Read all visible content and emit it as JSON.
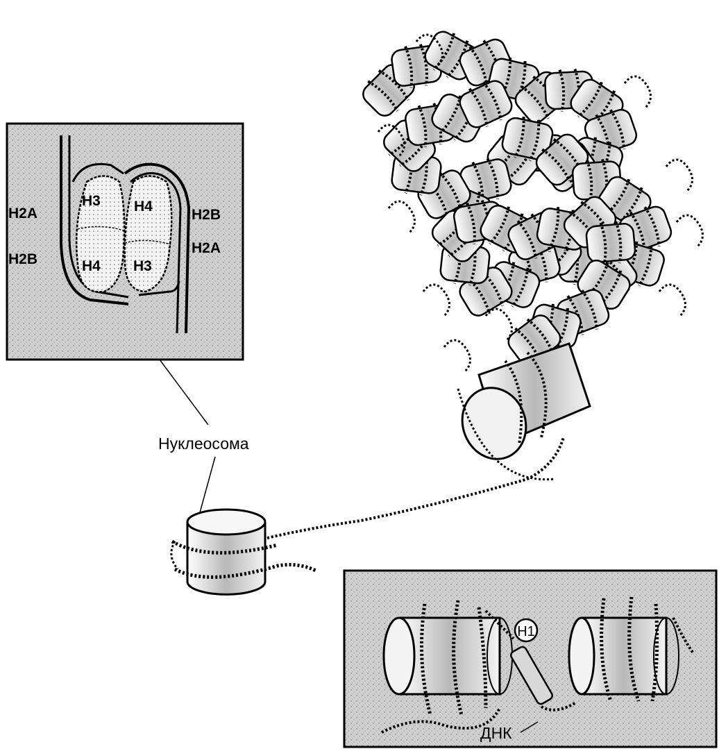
{
  "histone_inset": {
    "labels": {
      "h2a_left": "H2A",
      "h2b_left": "H2B",
      "h3_top": "H3",
      "h4_bottom": "H4",
      "h4_top": "H4",
      "h3_bottom": "H3",
      "h2b_right": "H2B",
      "h2a_right": "H2A"
    }
  },
  "nucleosome_label": "Нуклеосома",
  "linker_inset": {
    "h1_label": "H1",
    "dna_label": "ДНК"
  },
  "colors": {
    "ink": "#000000",
    "inset_fill": "#c9c9c9",
    "cylinder_fill": "#eeeeee"
  }
}
